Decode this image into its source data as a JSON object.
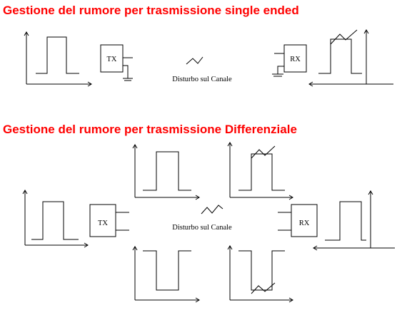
{
  "colors": {
    "title": "#ff0000",
    "line": "#000000"
  },
  "single_ended": {
    "title": "Gestione del rumore per trasmissione single ended",
    "tx_label": "TX",
    "rx_label": "RX",
    "noise_label": "Disturbo sul Canale"
  },
  "differential": {
    "title": "Gestione del rumore per trasmissione Differenziale",
    "tx_label": "TX",
    "rx_label": "RX",
    "noise_label": "Disturbo sul Canale"
  }
}
